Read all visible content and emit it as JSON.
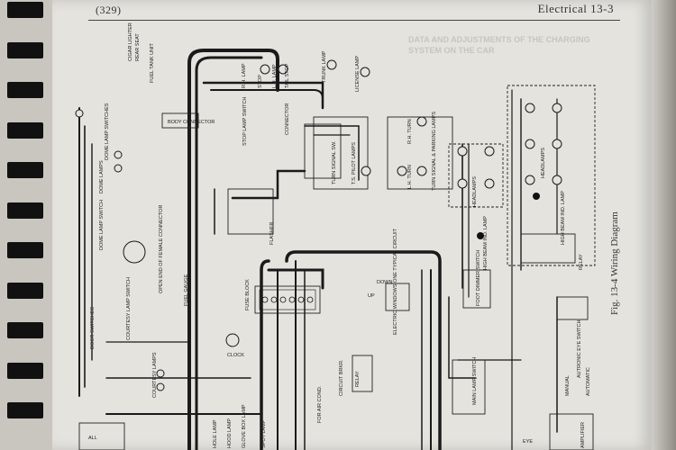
{
  "header": {
    "page_number": "(329)",
    "section": "Electrical   13-3"
  },
  "caption": "Fig. 13-4   Wiring Diagram",
  "bleed_through": "DATA AND ADJUSTMENTS OF THE CHARGING SYSTEM ON THE CAR",
  "labels": {
    "cigar_lighter": "CIGAR LIGHTER",
    "rear_seat": "REAR SEAT",
    "fuel_tank_unit": "FUEL TANK UNIT",
    "rh_lamp": "R.H. LAMP",
    "stop": "STOP",
    "lh_lamp": "L.H. LAMP",
    "tail_stop": "TAIL STOP",
    "trunk_lamp": "TRUNK LAMP",
    "license_lamp": "LICENSE LAMP",
    "body_connector": "BODY CONNECTOR",
    "dome_lamp_switches": "DOME LAMP SWITCHES",
    "dome_lamps": "DOME LAMPS",
    "stop_lamp_switch": "STOP LAMP SWITCH",
    "connector": "CONNECTOR",
    "turn_signal_sw": "TURN SIGNAL SW.",
    "ts_pilot_lamps": "T.S. PILOT LAMPS",
    "rh_turn": "R.H. TURN",
    "lh_turn": "L.H. TURN",
    "turn_parking": "TURN SIGNAL & PARKING LAMPS",
    "headlamps": "HEADLAMPS",
    "dome_lamp_switch": "DOME LAMP SWITCH",
    "flasher": "FLASHER",
    "open_end": "OPEN END OF FEMALE CONNECTOR",
    "fuel_gauge": "FUEL GAUGE",
    "high_beam_ind": "HIGH BEAM IND. LAMP",
    "relay": "RELAY",
    "fuse_block": "FUSE BLOCK",
    "electric_windows": "ELECTRIC WINDOWS ONE TYPICAL CIRCUIT",
    "clock": "CLOCK",
    "foot_dimmer": "FOOT DIMMER SWITCH",
    "courtesy_lamp_switch": "COURTESY LAMP SWITCH",
    "courtesy_lamps": "COURTESY LAMPS",
    "door_switches": "DOOR SWITCHES",
    "main_lamp_switch": "MAIN LAMP SWITCH",
    "autronic_eye": "AUTRONIC EYE SWITCH",
    "manual": "MANUAL",
    "automatic": "AUTOMATIC",
    "eye": "EYE",
    "amplifier": "AMPLIFIER",
    "for_air_cond": "FOR AIR COND.",
    "circuit_brkr": "CIRCUIT BRKR.",
    "relay_small": "RELAY",
    "up": "UP",
    "down": "DOWN",
    "hole_lamp": "HOLE LAMP",
    "hood_lamp": "HOOD LAMP",
    "glove_box_lamp": "GLOVE BOX LAMP",
    "spot_lamp": "SPOT LAMP",
    "all": "ALL"
  }
}
